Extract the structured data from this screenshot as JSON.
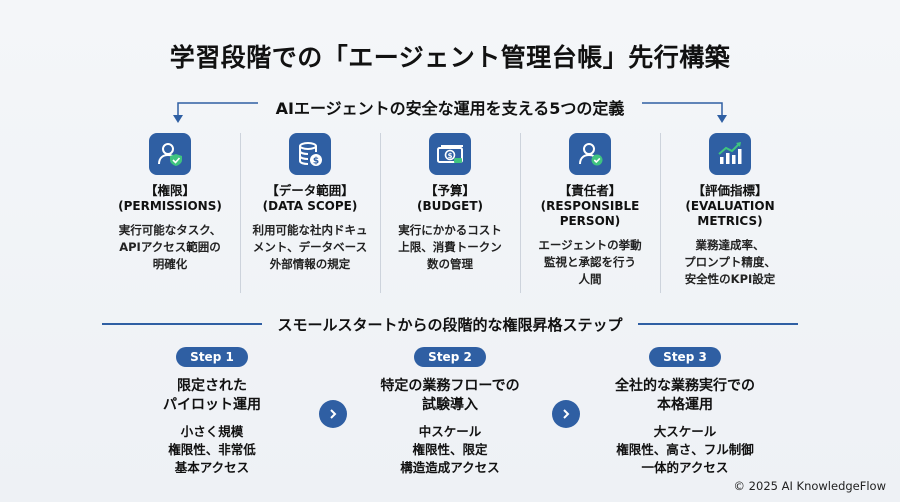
{
  "title": "学習段階での「エージェント管理台帳」先行構築",
  "section1_title": "AIエージェントの安全な運用を支える5つの定義",
  "definitions": [
    {
      "name": "【権限】",
      "en": "(PERMISSIONS)",
      "desc": [
        "実行可能なタスク、",
        "APIアクセス範囲の",
        "明確化"
      ],
      "icon": "user-shield-icon"
    },
    {
      "name": "【データ範囲】",
      "en": "(DATA SCOPE)",
      "desc": [
        "利用可能な社内ドキュ",
        "メント、データベース",
        "外部情報の規定"
      ],
      "icon": "database-coin-icon"
    },
    {
      "name": "【予算】",
      "en": "(BUDGET)",
      "desc": [
        "実行にかかるコスト",
        "上限、消費トークン",
        "数の管理"
      ],
      "icon": "money-bill-icon"
    },
    {
      "name": "【責任者】",
      "en": "(RESPONSIBLE",
      "en2": "PERSON)",
      "desc": [
        "エージェントの挙動",
        "監視と承認を行う",
        "人間"
      ],
      "icon": "user-check-icon"
    },
    {
      "name": "【評価指標】",
      "en": "(EVALUATION",
      "en2": "METRICS)",
      "desc": [
        "業務達成率、",
        "プロンプト精度、",
        "安全性のKPI設定"
      ],
      "icon": "chart-up-icon"
    }
  ],
  "section2_title": "スモールスタートからの段階的な権限昇格ステップ",
  "steps": [
    {
      "label": "Step 1",
      "heading": [
        "限定された",
        "パイロット運用"
      ],
      "desc": [
        "小さく規模",
        "権限性、非常低",
        "基本アクセス"
      ]
    },
    {
      "label": "Step 2",
      "heading": [
        "特定の業務フローでの",
        "試験導入"
      ],
      "desc": [
        "中スケール",
        "権限性、限定",
        "構造造成アクセス"
      ]
    },
    {
      "label": "Step 3",
      "heading": [
        "全社的な業務実行での",
        "本格運用"
      ],
      "desc": [
        "大スケール",
        "権限性、高さ、フル制御",
        "一体的アクセス"
      ]
    }
  ],
  "footer": "© 2025 AI KnowledgeFlow",
  "colors": {
    "accent": "#2f5fa3",
    "text": "#111111",
    "divider": "#cdd3dc"
  }
}
